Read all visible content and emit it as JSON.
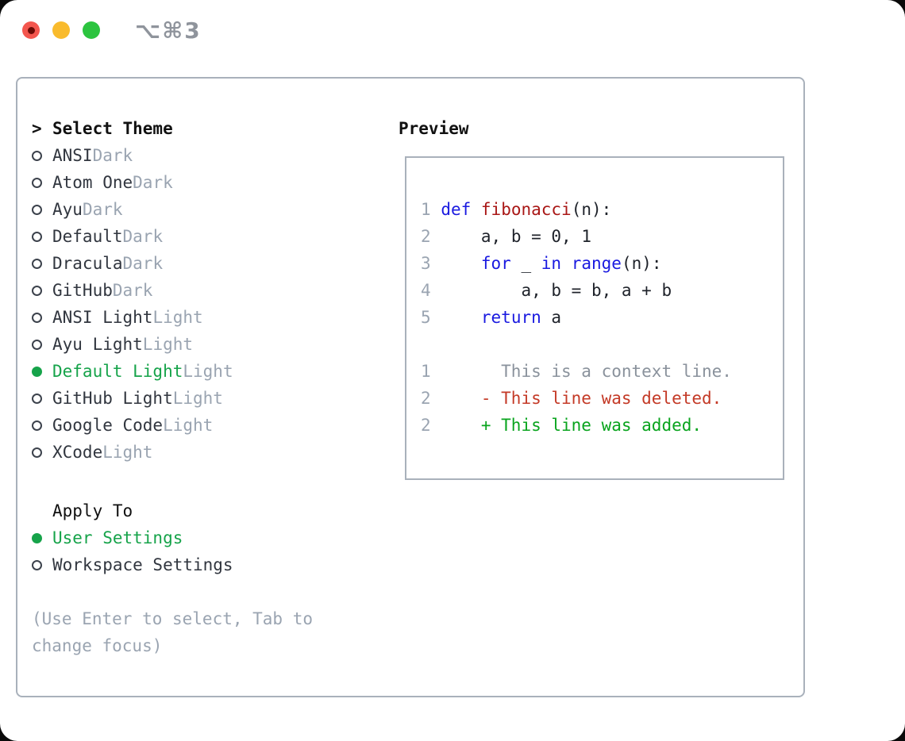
{
  "window": {
    "shortcut_title": "⌥⌘3"
  },
  "theme_selector": {
    "cursor": ">",
    "title": "Select Theme",
    "items": [
      {
        "name": "ANSI",
        "variant": "Dark",
        "selected": false
      },
      {
        "name": "Atom One",
        "variant": "Dark",
        "selected": false
      },
      {
        "name": "Ayu",
        "variant": "Dark",
        "selected": false
      },
      {
        "name": "Default",
        "variant": "Dark",
        "selected": false
      },
      {
        "name": "Dracula",
        "variant": "Dark",
        "selected": false
      },
      {
        "name": "GitHub",
        "variant": "Dark",
        "selected": false
      },
      {
        "name": "ANSI Light",
        "variant": "Light",
        "selected": false
      },
      {
        "name": "Ayu Light",
        "variant": "Light",
        "selected": false
      },
      {
        "name": "Default Light",
        "variant": "Light",
        "selected": true
      },
      {
        "name": "GitHub Light",
        "variant": "Light",
        "selected": false
      },
      {
        "name": "Google Code",
        "variant": "Light",
        "selected": false
      },
      {
        "name": "XCode",
        "variant": "Light",
        "selected": false
      }
    ]
  },
  "apply_to": {
    "title": "Apply To",
    "options": [
      {
        "name": "User Settings",
        "selected": true
      },
      {
        "name": "Workspace Settings",
        "selected": false
      }
    ]
  },
  "help_text": "(Use Enter to select, Tab to change focus)",
  "preview": {
    "title": "Preview",
    "code_lines": [
      {
        "num": "1",
        "segments": [
          {
            "text": "def",
            "role": "keyword"
          },
          {
            "text": " ",
            "role": "plain"
          },
          {
            "text": "fibonacci",
            "role": "function"
          },
          {
            "text": "(n):",
            "role": "plain"
          }
        ]
      },
      {
        "num": "2",
        "segments": [
          {
            "text": "    a, b = 0, 1",
            "role": "plain"
          }
        ]
      },
      {
        "num": "3",
        "segments": [
          {
            "text": "    ",
            "role": "plain"
          },
          {
            "text": "for",
            "role": "keyword"
          },
          {
            "text": " _ ",
            "role": "plain"
          },
          {
            "text": "in",
            "role": "keyword"
          },
          {
            "text": " ",
            "role": "plain"
          },
          {
            "text": "range",
            "role": "keyword"
          },
          {
            "text": "(n):",
            "role": "plain"
          }
        ]
      },
      {
        "num": "4",
        "segments": [
          {
            "text": "        a, b = b, a + b",
            "role": "plain"
          }
        ]
      },
      {
        "num": "5",
        "segments": [
          {
            "text": "    ",
            "role": "plain"
          },
          {
            "text": "return",
            "role": "keyword"
          },
          {
            "text": " a",
            "role": "plain"
          }
        ]
      }
    ],
    "diff_lines": [
      {
        "num": "1",
        "marker": " ",
        "text": "This is a context line.",
        "role": "context"
      },
      {
        "num": "2",
        "marker": "-",
        "text": "This line was deleted.",
        "role": "deleted"
      },
      {
        "num": "2",
        "marker": "+",
        "text": "This line was added.",
        "role": "added"
      }
    ]
  },
  "colors": {
    "accent_green": "#16a34a",
    "keyword_blue": "#1a1ae0",
    "function_red": "#a91716",
    "deleted_red": "#c43a27",
    "added_green": "#09a41e",
    "muted_gray": "#9aa4b1",
    "context_gray": "#8a929c",
    "text_dark": "#31363f",
    "border_gray": "#a9b1bb",
    "traffic_close": "#f3564e",
    "traffic_min": "#f9bb2d",
    "traffic_zoom": "#2cc43f",
    "title_gray": "#8f949c"
  }
}
